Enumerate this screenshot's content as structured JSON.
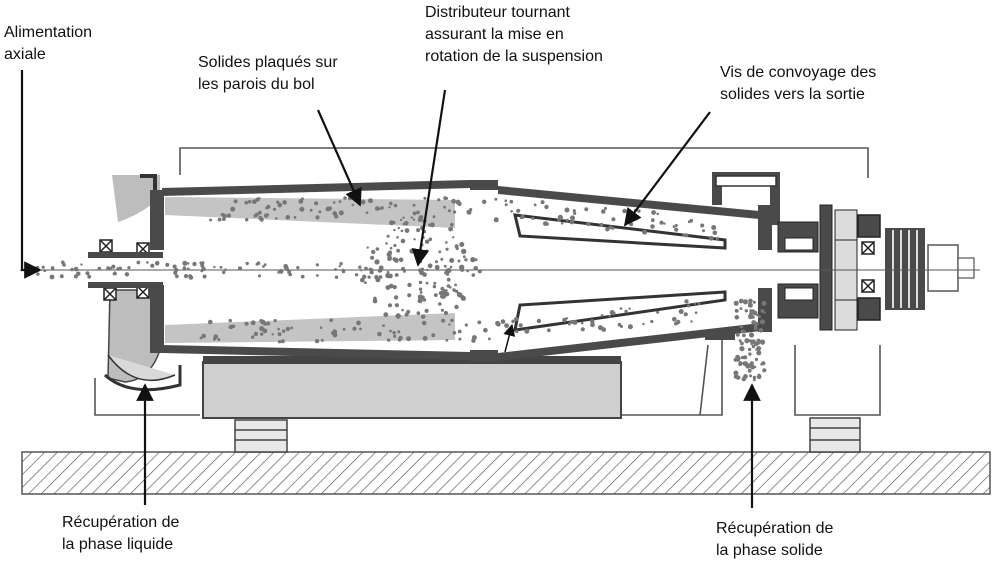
{
  "labels": {
    "axial_feed": [
      "Alimentation",
      "axiale"
    ],
    "solids_on_walls": [
      "Solides plaqués sur",
      "les parois du bol"
    ],
    "rotating_distributor": [
      "Distributeur tournant",
      "assurant la mise en",
      "rotation de la suspension"
    ],
    "conveyor_screw": [
      "Vis de convoyage des",
      "solides vers la sortie"
    ],
    "liquid_recovery": [
      "Récupération de",
      "la phase liquide"
    ],
    "solid_recovery": [
      "Récupération de",
      "la phase solide"
    ]
  },
  "colors": {
    "line": "#111111",
    "steel": "#4a4a4a",
    "light_grey": "#bdbdbd",
    "mid_grey": "#9a9a9a",
    "base": "#d0d0d0",
    "particles": "#777777"
  }
}
